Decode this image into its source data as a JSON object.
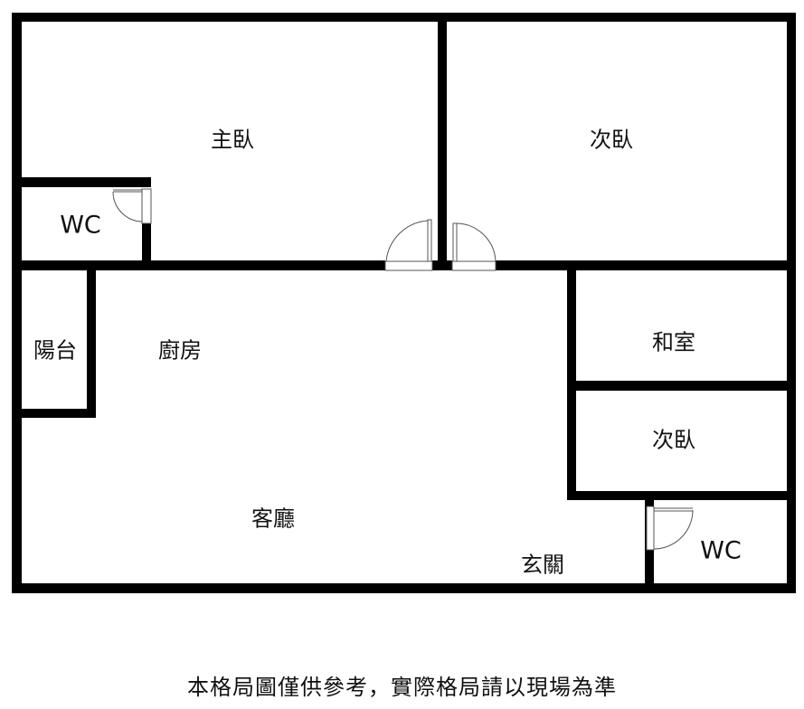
{
  "rooms": {
    "master_bedroom": "主臥",
    "bedroom_top_right": "次臥",
    "wc_top_left": "WC",
    "balcony": "陽台",
    "kitchen": "廚房",
    "living_room": "客廳",
    "tatami_room": "和室",
    "bedroom_right": "次臥",
    "entrance": "玄關",
    "wc_bottom_right": "WC"
  },
  "colors": {
    "wall": "#000000",
    "background": "#ffffff"
  },
  "disclaimer": "本格局圖僅供參考，實際格局請以現場為準"
}
